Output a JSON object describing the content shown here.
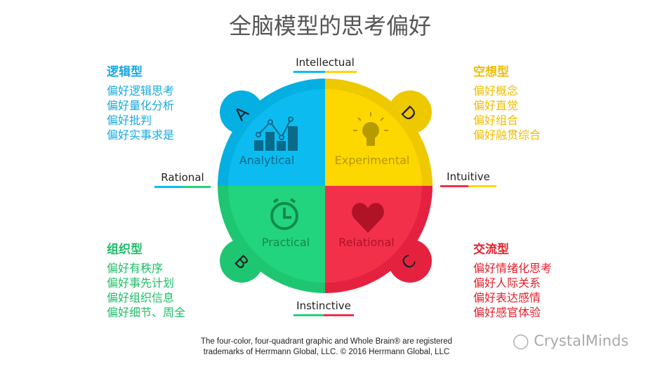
{
  "title": "全脑模型的思考偏好",
  "colors": {
    "blue": "#0cbcf0",
    "yellow": "#fdd700",
    "green": "#22d47d",
    "red": "#f2304a"
  },
  "axes": {
    "top": "Intellectual",
    "bottom": "Instinctive",
    "left": "Rational",
    "right": "Intuitive"
  },
  "quadrants": [
    {
      "letter": "A",
      "label": "Analytical",
      "icon": "bar-chart-icon"
    },
    {
      "letter": "D",
      "label": "Experimental",
      "icon": "lightbulb-icon"
    },
    {
      "letter": "B",
      "label": "Practical",
      "icon": "alarm-clock-icon"
    },
    {
      "letter": "C",
      "label": "Relational",
      "icon": "heart-icon"
    }
  ],
  "groups": {
    "logic": {
      "title": "逻辑型",
      "items": [
        "偏好逻辑思考",
        "偏好量化分析",
        "偏好批判",
        "偏好实事求是"
      ]
    },
    "imagine": {
      "title": "空想型",
      "items": [
        "偏好概念",
        "偏好直觉",
        "偏好组合",
        "偏好融贯综合"
      ]
    },
    "organize": {
      "title": "组织型",
      "items": [
        "偏好有秩序",
        "偏好事先计划",
        "偏好组织信息",
        "偏好细节、周全"
      ]
    },
    "social": {
      "title": "交流型",
      "items": [
        "偏好情绪化思考",
        "偏好人际关系",
        "偏好表达感情",
        "偏好感官体验"
      ]
    }
  },
  "footer": {
    "line1": "The four-color, four-quadrant graphic and Whole Brain® are registered",
    "line2": "trademarks of Herrmann Global, LLC. © 2016 Herrmann Global, LLC"
  },
  "brand": "CrystalMinds"
}
